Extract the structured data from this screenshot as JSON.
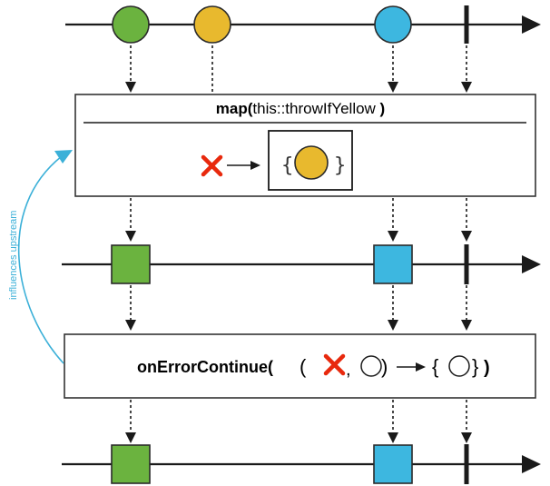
{
  "operator1": {
    "name": "map(",
    "argument": "this::throwIfYellow",
    "close": " )",
    "brace_open": "{",
    "brace_close": "}"
  },
  "operator2": {
    "name": "onErrorContinue(",
    "open": "(",
    "comma": ",",
    "close": ")",
    "brace_open": "{",
    "brace_close": "}",
    "end": ")"
  },
  "side_label": "influences upstream",
  "colors": {
    "green": "#6bb33f",
    "yellow": "#e8b92e",
    "blue": "#3db7e0",
    "error_red": "#e8290d",
    "upstream_arrow": "#3bb0d8",
    "line": "#1a1a1a"
  },
  "icons": {
    "error": "x-mark-icon",
    "complete": "completion-bar"
  }
}
